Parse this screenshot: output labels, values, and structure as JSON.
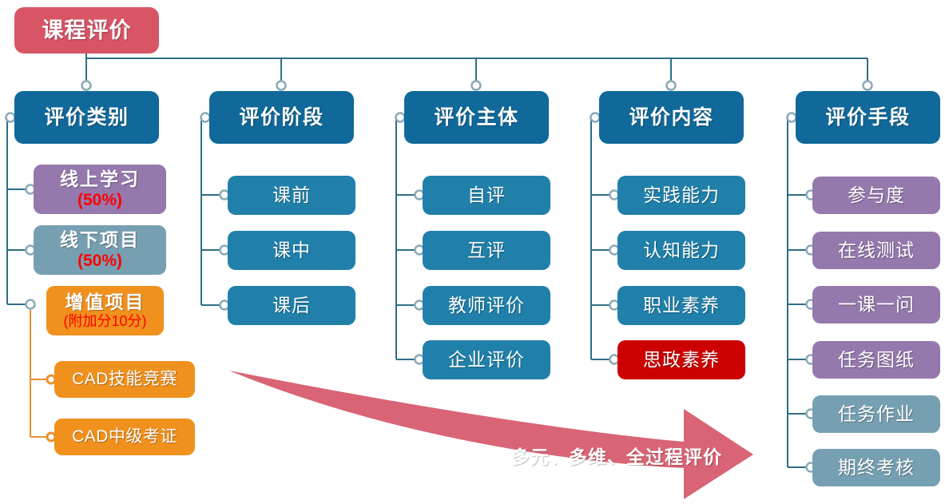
{
  "diagram": {
    "title": "课程评价",
    "arrow_label": "多元、多维、全过程评价",
    "colors": {
      "title_red": "#D85566",
      "header_blue": "#10699A",
      "sub_blue": "#2080AA",
      "purple": "#9579AD",
      "teal_gray": "#76A0B2",
      "orange": "#F0911E",
      "bright_red": "#CC0000",
      "connector_line": "#2E6E86",
      "orange_line": "#E8912E",
      "percent_text": "#FF0000"
    },
    "columns": [
      {
        "header": "评价类别",
        "items": [
          {
            "label": "线上学习",
            "note": "(50%)",
            "style": "purple",
            "bold": true
          },
          {
            "label": "线下项目",
            "note": "(50%)",
            "style": "teal",
            "bold": true
          },
          {
            "label": "增值项目",
            "note": "(附加分10分)",
            "style": "orange",
            "bold": true,
            "children": [
              {
                "label": "CAD技能竞赛",
                "style": "orange"
              },
              {
                "label": "CAD中级考证",
                "style": "orange"
              }
            ]
          }
        ]
      },
      {
        "header": "评价阶段",
        "items": [
          {
            "label": "课前",
            "style": "blue"
          },
          {
            "label": "课中",
            "style": "blue"
          },
          {
            "label": "课后",
            "style": "blue"
          }
        ]
      },
      {
        "header": "评价主体",
        "items": [
          {
            "label": "自评",
            "style": "blue"
          },
          {
            "label": "互评",
            "style": "blue"
          },
          {
            "label": "教师评价",
            "style": "blue"
          },
          {
            "label": "企业评价",
            "style": "blue"
          }
        ]
      },
      {
        "header": "评价内容",
        "items": [
          {
            "label": "实践能力",
            "style": "blue"
          },
          {
            "label": "认知能力",
            "style": "blue"
          },
          {
            "label": "职业素养",
            "style": "blue"
          },
          {
            "label": "思政素养",
            "style": "red"
          }
        ]
      },
      {
        "header": "评价手段",
        "items": [
          {
            "label": "参与度",
            "style": "purple"
          },
          {
            "label": "在线测试",
            "style": "purple"
          },
          {
            "label": "一课一问",
            "style": "purple"
          },
          {
            "label": "任务图纸",
            "style": "purple"
          },
          {
            "label": "任务作业",
            "style": "teal"
          },
          {
            "label": "期终考核",
            "style": "teal"
          }
        ]
      }
    ]
  }
}
